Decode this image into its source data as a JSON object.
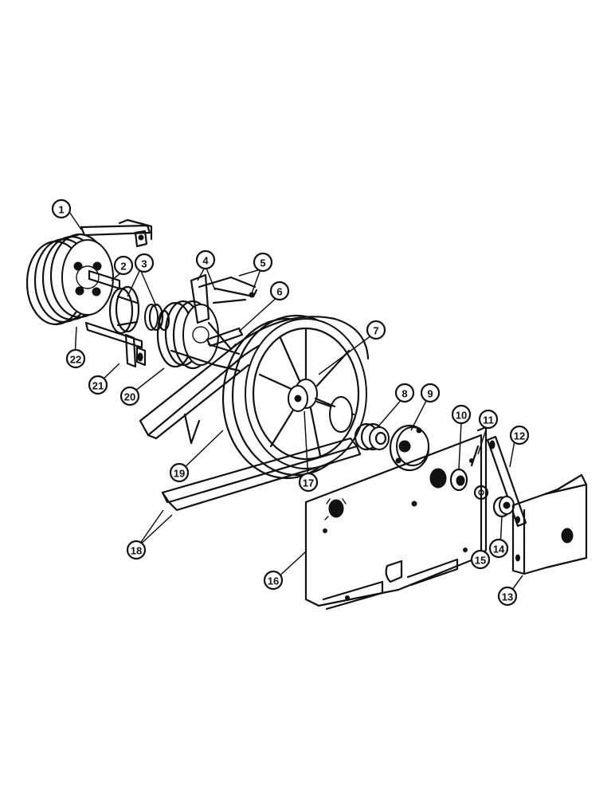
{
  "callouts": [
    {
      "number": "1"
    },
    {
      "number": "2"
    },
    {
      "number": "3"
    },
    {
      "number": "4"
    },
    {
      "number": "5"
    },
    {
      "number": "6"
    },
    {
      "number": "7"
    },
    {
      "number": "8"
    },
    {
      "number": "9"
    },
    {
      "number": "10"
    },
    {
      "number": "11"
    },
    {
      "number": "12"
    },
    {
      "number": "13"
    },
    {
      "number": "14"
    },
    {
      "number": "15"
    },
    {
      "number": "16"
    },
    {
      "number": "17"
    },
    {
      "number": "18"
    },
    {
      "number": "19"
    },
    {
      "number": "20"
    },
    {
      "number": "21"
    },
    {
      "number": "22"
    }
  ]
}
